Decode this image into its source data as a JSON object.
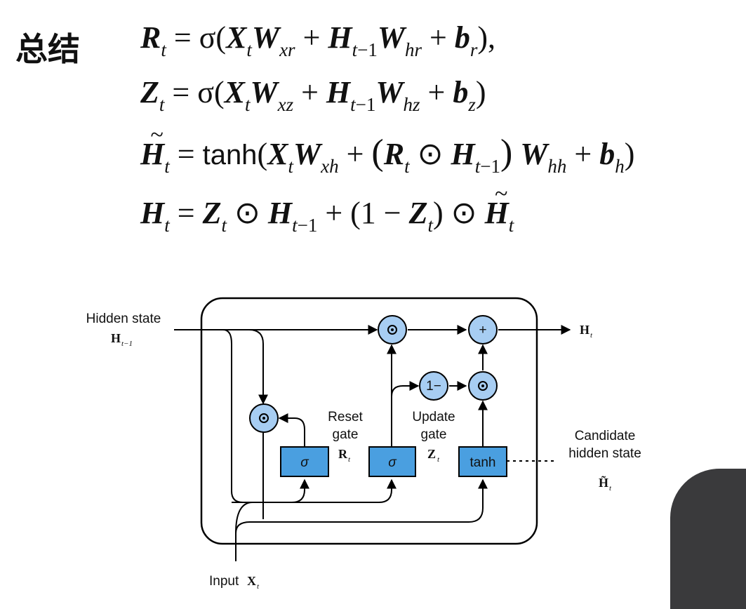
{
  "title": "总结",
  "equations": {
    "r": "R_t = σ(X_t W_xr + H_{t−1} W_hr + b_r),",
    "z": "Z_t = σ(X_t W_xz + H_{t−1} W_hz + b_z)",
    "hc": "H̃_t = tanh(X_t W_xh + (R_t ⊙ H_{t−1}) W_hh + b_h)",
    "h": "H_t = Z_t ⊙ H_{t−1} + (1 − Z_t) ⊙ H̃_t"
  },
  "diagram": {
    "hidden_state_label": "Hidden state",
    "h_prev": "H",
    "h_prev_sub": "t−1",
    "h_out": "H",
    "h_out_sub": "t",
    "reset_gate_line1": "Reset",
    "reset_gate_line2": "gate",
    "r_sym": "R",
    "r_sub": "t",
    "update_gate_line1": "Update",
    "update_gate_line2": "gate",
    "z_sym": "Z",
    "z_sub": "t",
    "candidate_line1": "Candidate",
    "candidate_line2": "hidden state",
    "hc_sym": "H̃",
    "hc_sub": "t",
    "input_label": "Input",
    "x_sym": "X",
    "x_sub": "t",
    "sigma": "σ",
    "tanh": "tanh",
    "one_minus": "1−",
    "plus": "+"
  }
}
